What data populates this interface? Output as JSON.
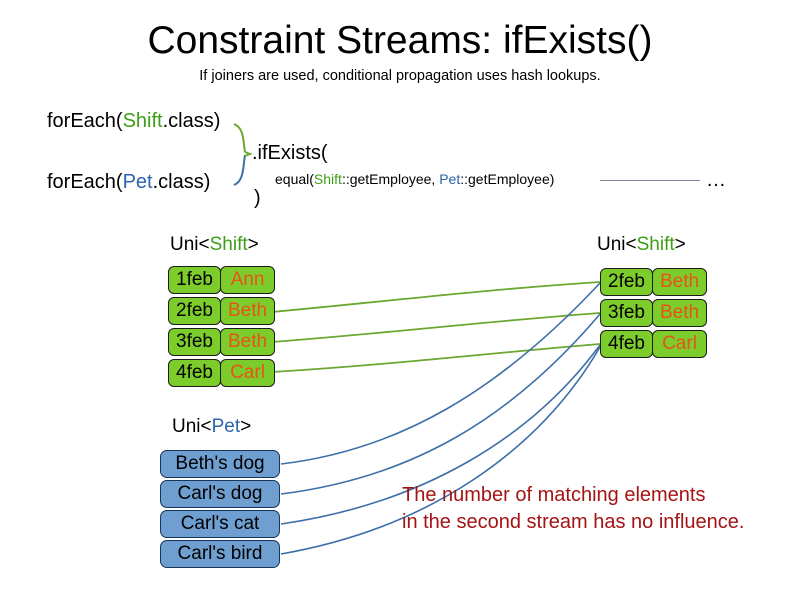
{
  "slide": {
    "title": "Constraint Streams: ifExists()",
    "subtitle": "If joiners are used, conditional propagation uses hash lookups."
  },
  "code": {
    "foreach_shift": {
      "prefix": "forEach(",
      "type": "Shift",
      "suffix": ".class)"
    },
    "foreach_pet": {
      "prefix": "forEach(",
      "type": "Pet",
      "suffix": ".class)"
    },
    "ifexists": ".ifExists(",
    "equal": {
      "prefix": "equal(",
      "left_type": "Shift",
      "left_method": "::getEmployee, ",
      "right_type": "Pet",
      "right_method": "::getEmployee)"
    },
    "close_paren": ")",
    "ellipsis": "…"
  },
  "streams": {
    "left_shift": {
      "label_prefix": "Uni<",
      "label_type": "Shift",
      "label_suffix": ">",
      "rows": [
        {
          "date": "1feb",
          "name": "Ann"
        },
        {
          "date": "2feb",
          "name": "Beth"
        },
        {
          "date": "3feb",
          "name": "Beth"
        },
        {
          "date": "4feb",
          "name": "Carl"
        }
      ]
    },
    "right_shift": {
      "label_prefix": "Uni<",
      "label_type": "Shift",
      "label_suffix": ">",
      "rows": [
        {
          "date": "2feb",
          "name": "Beth"
        },
        {
          "date": "3feb",
          "name": "Beth"
        },
        {
          "date": "4feb",
          "name": "Carl"
        }
      ]
    },
    "pet": {
      "label_prefix": "Uni<",
      "label_type": "Pet",
      "label_suffix": ">",
      "items": [
        {
          "text": "Beth's dog"
        },
        {
          "text": "Carl's dog"
        },
        {
          "text": "Carl's cat"
        },
        {
          "text": "Carl's bird"
        }
      ]
    }
  },
  "annotation": {
    "line1": "The number of matching elements",
    "line2": "in the second stream has no influence."
  },
  "colors": {
    "shift_green": "#3c9e14",
    "pet_blue": "#2b63ad",
    "box_green": "#7ccd2b",
    "box_blue": "#6f9fd0",
    "name_orange": "#e8531a",
    "annotation_red": "#a51414",
    "link_green": "#6aa832",
    "link_blue": "#3c6fa8"
  }
}
